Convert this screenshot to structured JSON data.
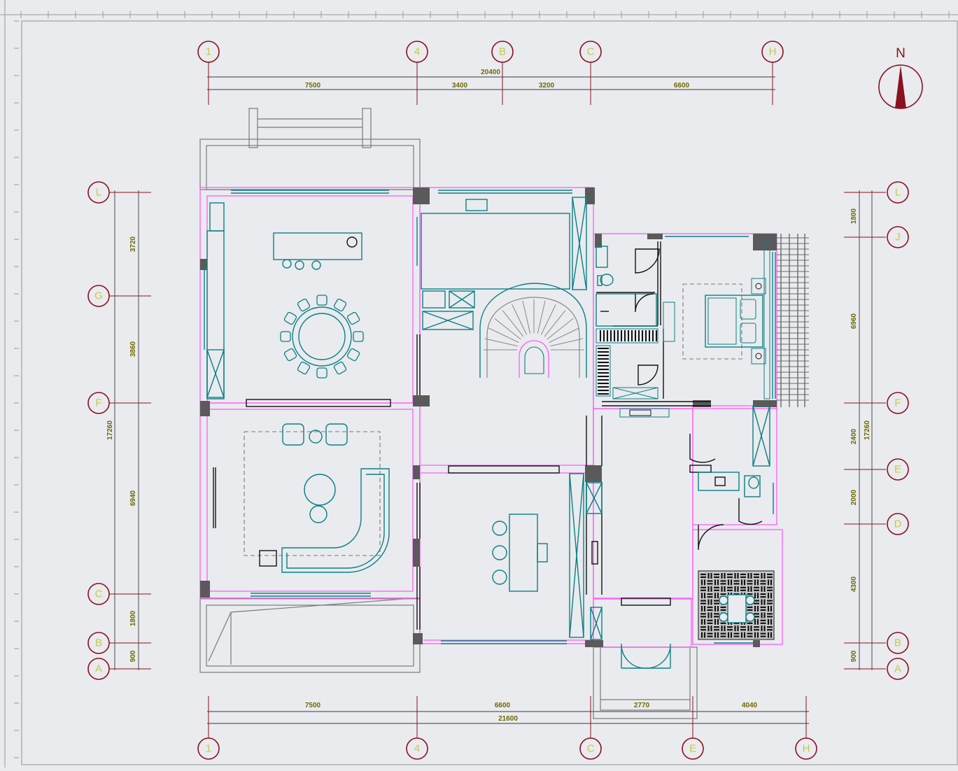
{
  "drawing": {
    "north_label": "N",
    "grid_top": [
      "1",
      "4",
      "B",
      "C",
      "H"
    ],
    "grid_bottom": [
      "1",
      "4",
      "C",
      "E",
      "H"
    ],
    "grid_left": [
      "L",
      "G",
      "F",
      "C",
      "B",
      "A"
    ],
    "grid_right": [
      "L",
      "J",
      "F",
      "E",
      "D",
      "B",
      "A"
    ],
    "dims_top_total": "20400",
    "dims_top": [
      "7500",
      "3400",
      "3200",
      "6600"
    ],
    "dims_bottom": [
      "7500",
      "6600",
      "2770",
      "4040"
    ],
    "dims_bottom_total": "21600",
    "dims_left": [
      "3720",
      "3860",
      "6940",
      "1800",
      "900"
    ],
    "dims_left_total": "17260",
    "dims_right": [
      "1800",
      "6960",
      "2400",
      "2000",
      "4300",
      "900"
    ],
    "dims_right_total": "17260"
  },
  "colors": {
    "background": "#e9ebee",
    "wall": "#ff5bff",
    "furniture": "#0a7f86",
    "grid_bubble": "#8b1020",
    "dim_text": "#6f6a00",
    "room_label": "#e8e85a"
  }
}
